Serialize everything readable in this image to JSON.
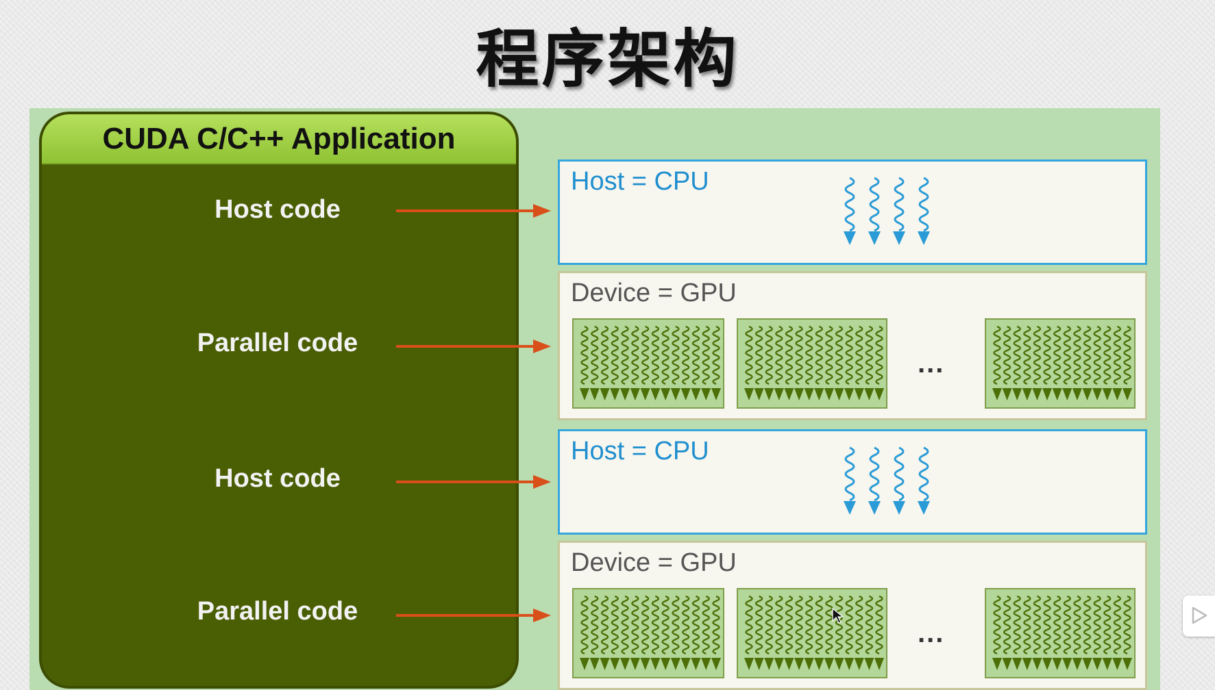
{
  "title": "程序架构",
  "application": {
    "header": "CUDA C/C++ Application",
    "sections": [
      {
        "label": "Host code",
        "target": "host"
      },
      {
        "label": "Parallel code",
        "target": "device"
      },
      {
        "label": "Host code",
        "target": "host"
      },
      {
        "label": "Parallel code",
        "target": "device"
      }
    ]
  },
  "targets": [
    {
      "kind": "host",
      "label": "Host = CPU",
      "thread_count": 4
    },
    {
      "kind": "device",
      "label": "Device = GPU",
      "blocks_before_ellipsis": 2,
      "ellipsis": "...",
      "blocks_after_ellipsis": 1
    },
    {
      "kind": "host",
      "label": "Host = CPU",
      "thread_count": 4
    },
    {
      "kind": "device",
      "label": "Device = GPU",
      "blocks_before_ellipsis": 2,
      "ellipsis": "...",
      "blocks_after_ellipsis": 1
    }
  ],
  "colors": {
    "panel": "#b9dcb0",
    "app_body": "#4a5e04",
    "app_header": "#a4d04a",
    "arrow": "#d94f1a",
    "host_border": "#35a6dd",
    "host_text": "#1f8fcf",
    "thread": "#2a9bd6",
    "gpu_block": "#b3d699",
    "gpu_thread": "#4c6f08"
  },
  "icons": [
    "play-icon",
    "cursor-icon"
  ]
}
